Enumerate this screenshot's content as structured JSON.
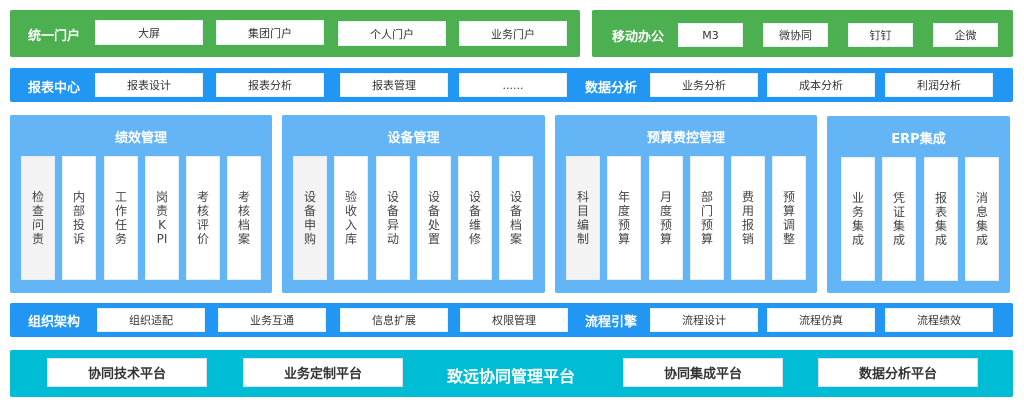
{
  "portal": {
    "title": "统一门户",
    "items": [
      "大屏",
      "集团门户",
      "个人门户",
      "业务门户"
    ]
  },
  "mobile": {
    "title": "移动办公",
    "items": [
      "M3",
      "微协同",
      "钉钉",
      "企微"
    ]
  },
  "report": {
    "title": "报表中心",
    "items": [
      "报表设计",
      "报表分析",
      "报表管理",
      "......"
    ]
  },
  "analysis": {
    "title": "数据分析",
    "items": [
      "业务分析",
      "成本分析",
      "利润分析"
    ]
  },
  "panels": [
    {
      "title": "绩效管理",
      "items": [
        "检查问责",
        "内部投诉",
        "工作任务",
        "岗责KPI",
        "考核评价",
        "考核档案"
      ]
    },
    {
      "title": "设备管理",
      "items": [
        "设备申购",
        "验收入库",
        "设备异动",
        "设备处置",
        "设备维修",
        "设备档案"
      ]
    },
    {
      "title": "预算费控管理",
      "items": [
        "科目编制",
        "年度预算",
        "月度预算",
        "部门预算",
        "费用报销",
        "预算调整"
      ]
    },
    {
      "title": "ERP集成",
      "items": [
        "业务集成",
        "凭证集成",
        "报表集成",
        "消息集成"
      ]
    }
  ],
  "org": {
    "title": "组织架构",
    "items": [
      "组织适配",
      "业务互通",
      "信息扩展",
      "权限管理"
    ]
  },
  "flow": {
    "title": "流程引擎",
    "items": [
      "流程设计",
      "流程仿真",
      "流程绩效"
    ]
  },
  "platform": {
    "title": "致远协同管理平台",
    "items": [
      "协同技术平台",
      "业务定制平台",
      "协同集成平台",
      "数据分析平台"
    ]
  },
  "colors": {
    "green": "#4caf50",
    "blue": "#2196f3",
    "light_blue": "#64b5f6",
    "cyan": "#00bcd4"
  }
}
